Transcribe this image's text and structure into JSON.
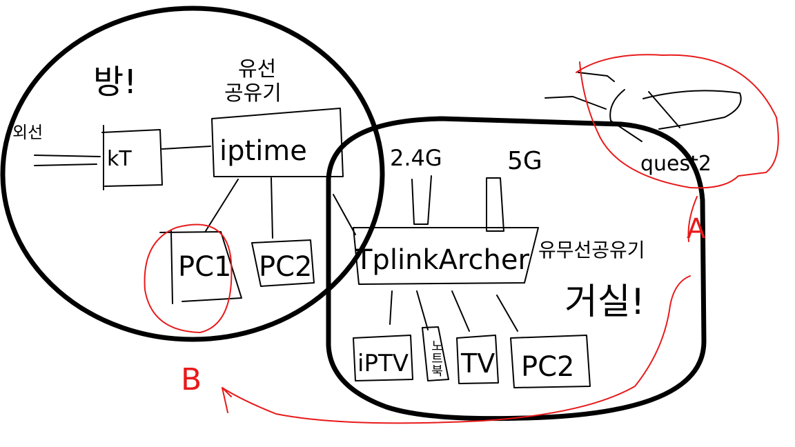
{
  "colors": {
    "ink": "#000000",
    "annotation": "#e8191a",
    "background": "#ffffff"
  },
  "rooms": {
    "room": {
      "label": "방!"
    },
    "living_room": {
      "label": "거실!"
    }
  },
  "external_line": {
    "label": "외선"
  },
  "devices": {
    "isp": {
      "label": "kT"
    },
    "wired_router": {
      "caption_line1": "유선",
      "caption_line2": "공유기",
      "label": "iptime"
    },
    "room_pc1": {
      "label": "PC1"
    },
    "room_pc2": {
      "label": "PC2"
    },
    "wireless_router": {
      "label": "TplinkArcher",
      "caption": "유무선공유기"
    },
    "antenna_24": {
      "label": "2.4G"
    },
    "antenna_5": {
      "label": "5G"
    },
    "iptv": {
      "label": "iPTV"
    },
    "laptop": {
      "label": "노트북"
    },
    "tv": {
      "label": "TV"
    },
    "living_pc2": {
      "label": "PC2"
    },
    "headset": {
      "label": "quest2"
    }
  },
  "annotations": {
    "marker_a": "A",
    "marker_b": "B"
  }
}
